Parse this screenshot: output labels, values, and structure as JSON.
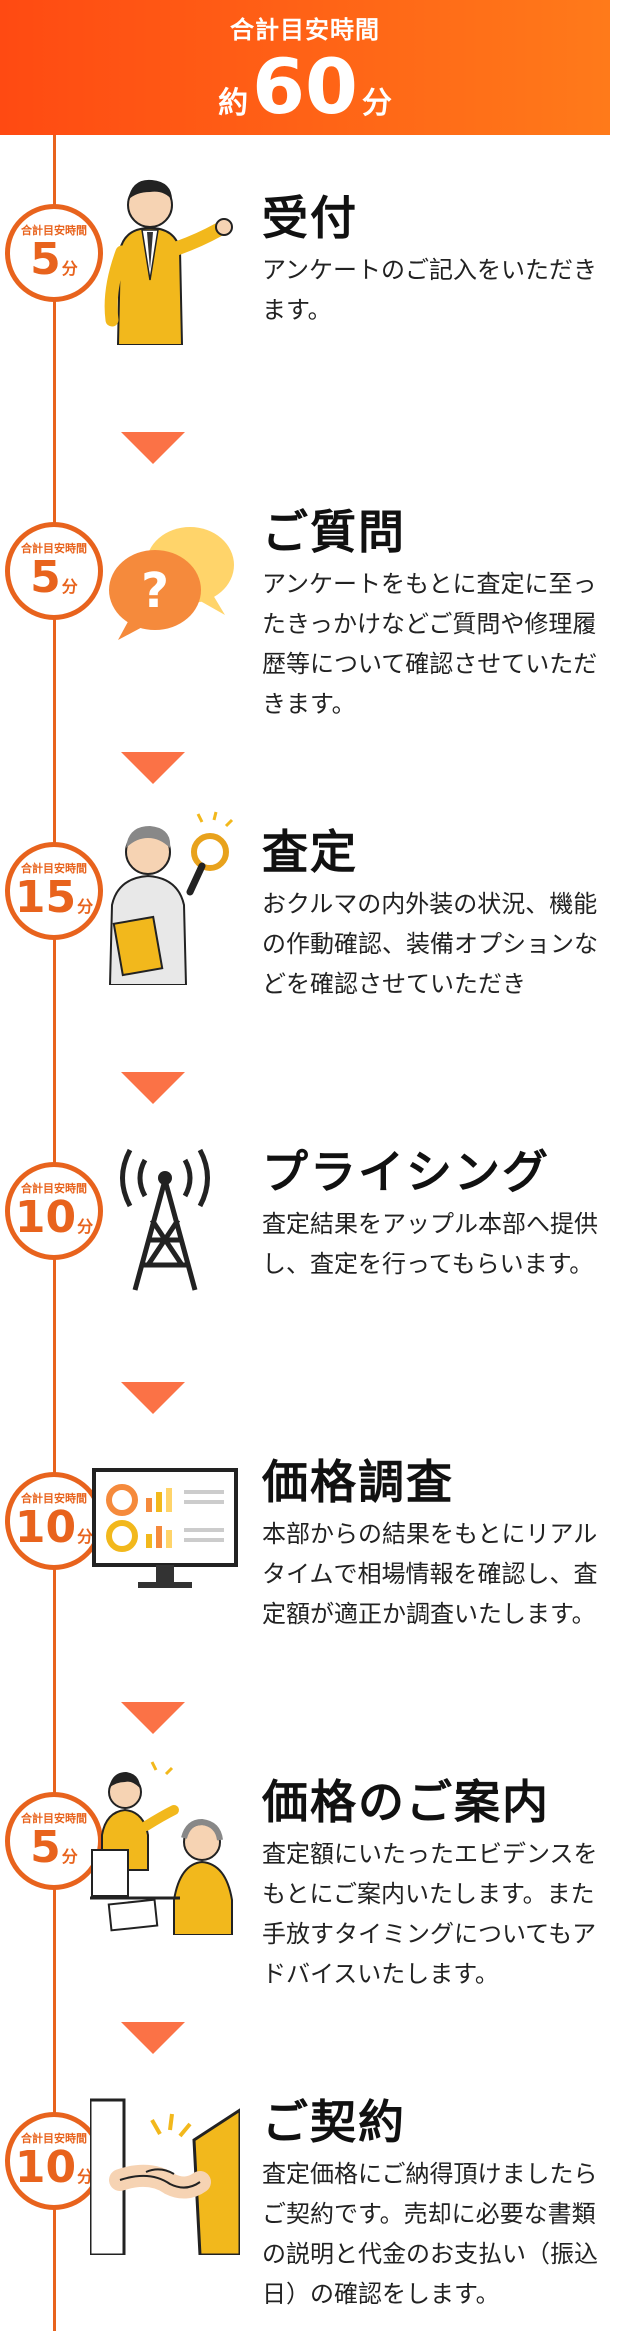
{
  "header": {
    "label": "合計目安時間",
    "pre": "約",
    "num": "60",
    "post": "分"
  },
  "badge_label": "合計目安時間",
  "unit": "分",
  "steps": [
    {
      "title": "受付",
      "minutes": "5",
      "desc": "アンケートのご記入をいただきます。",
      "icon": "receptionist-icon"
    },
    {
      "title": "ご質問",
      "minutes": "5",
      "desc": "アンケートをもとに査定に至ったきっかけなどご質問や修理履歴等について確認させていただきます。",
      "icon": "speech-bubbles-icon"
    },
    {
      "title": "査定",
      "minutes": "15",
      "desc": "おクルマの内外装の状況、機能の作動確認、装備オプションなどを確認させていただき",
      "icon": "inspector-magnifier-icon"
    },
    {
      "title": "プライシング",
      "minutes": "10",
      "desc": "査定結果をアップル本部へ提供し、査定を行ってもらいます。",
      "icon": "radio-tower-icon"
    },
    {
      "title": "価格調査",
      "minutes": "10",
      "desc": "本部からの結果をもとにリアルタイムで相場情報を確認し、査定額が適正か調査いたします。",
      "icon": "monitor-chart-icon"
    },
    {
      "title": "価格のご案内",
      "minutes": "5",
      "desc": "査定額にいたったエビデンスをもとにご案内いたします。また手放すタイミングについてもアドバイスいたします。",
      "icon": "consultation-icon"
    },
    {
      "title": "ご契約",
      "minutes": "10",
      "desc": "査定価格にご納得頂けましたらご契約です。売却に必要な書類の説明と代金のお支払い（振込日）の確認をします。",
      "icon": "handshake-icon"
    }
  ],
  "colors": {
    "accent": "#e8631d",
    "header_start": "#ff4a12",
    "header_end": "#ff7a1a",
    "arrow": "#fb6a3c"
  }
}
